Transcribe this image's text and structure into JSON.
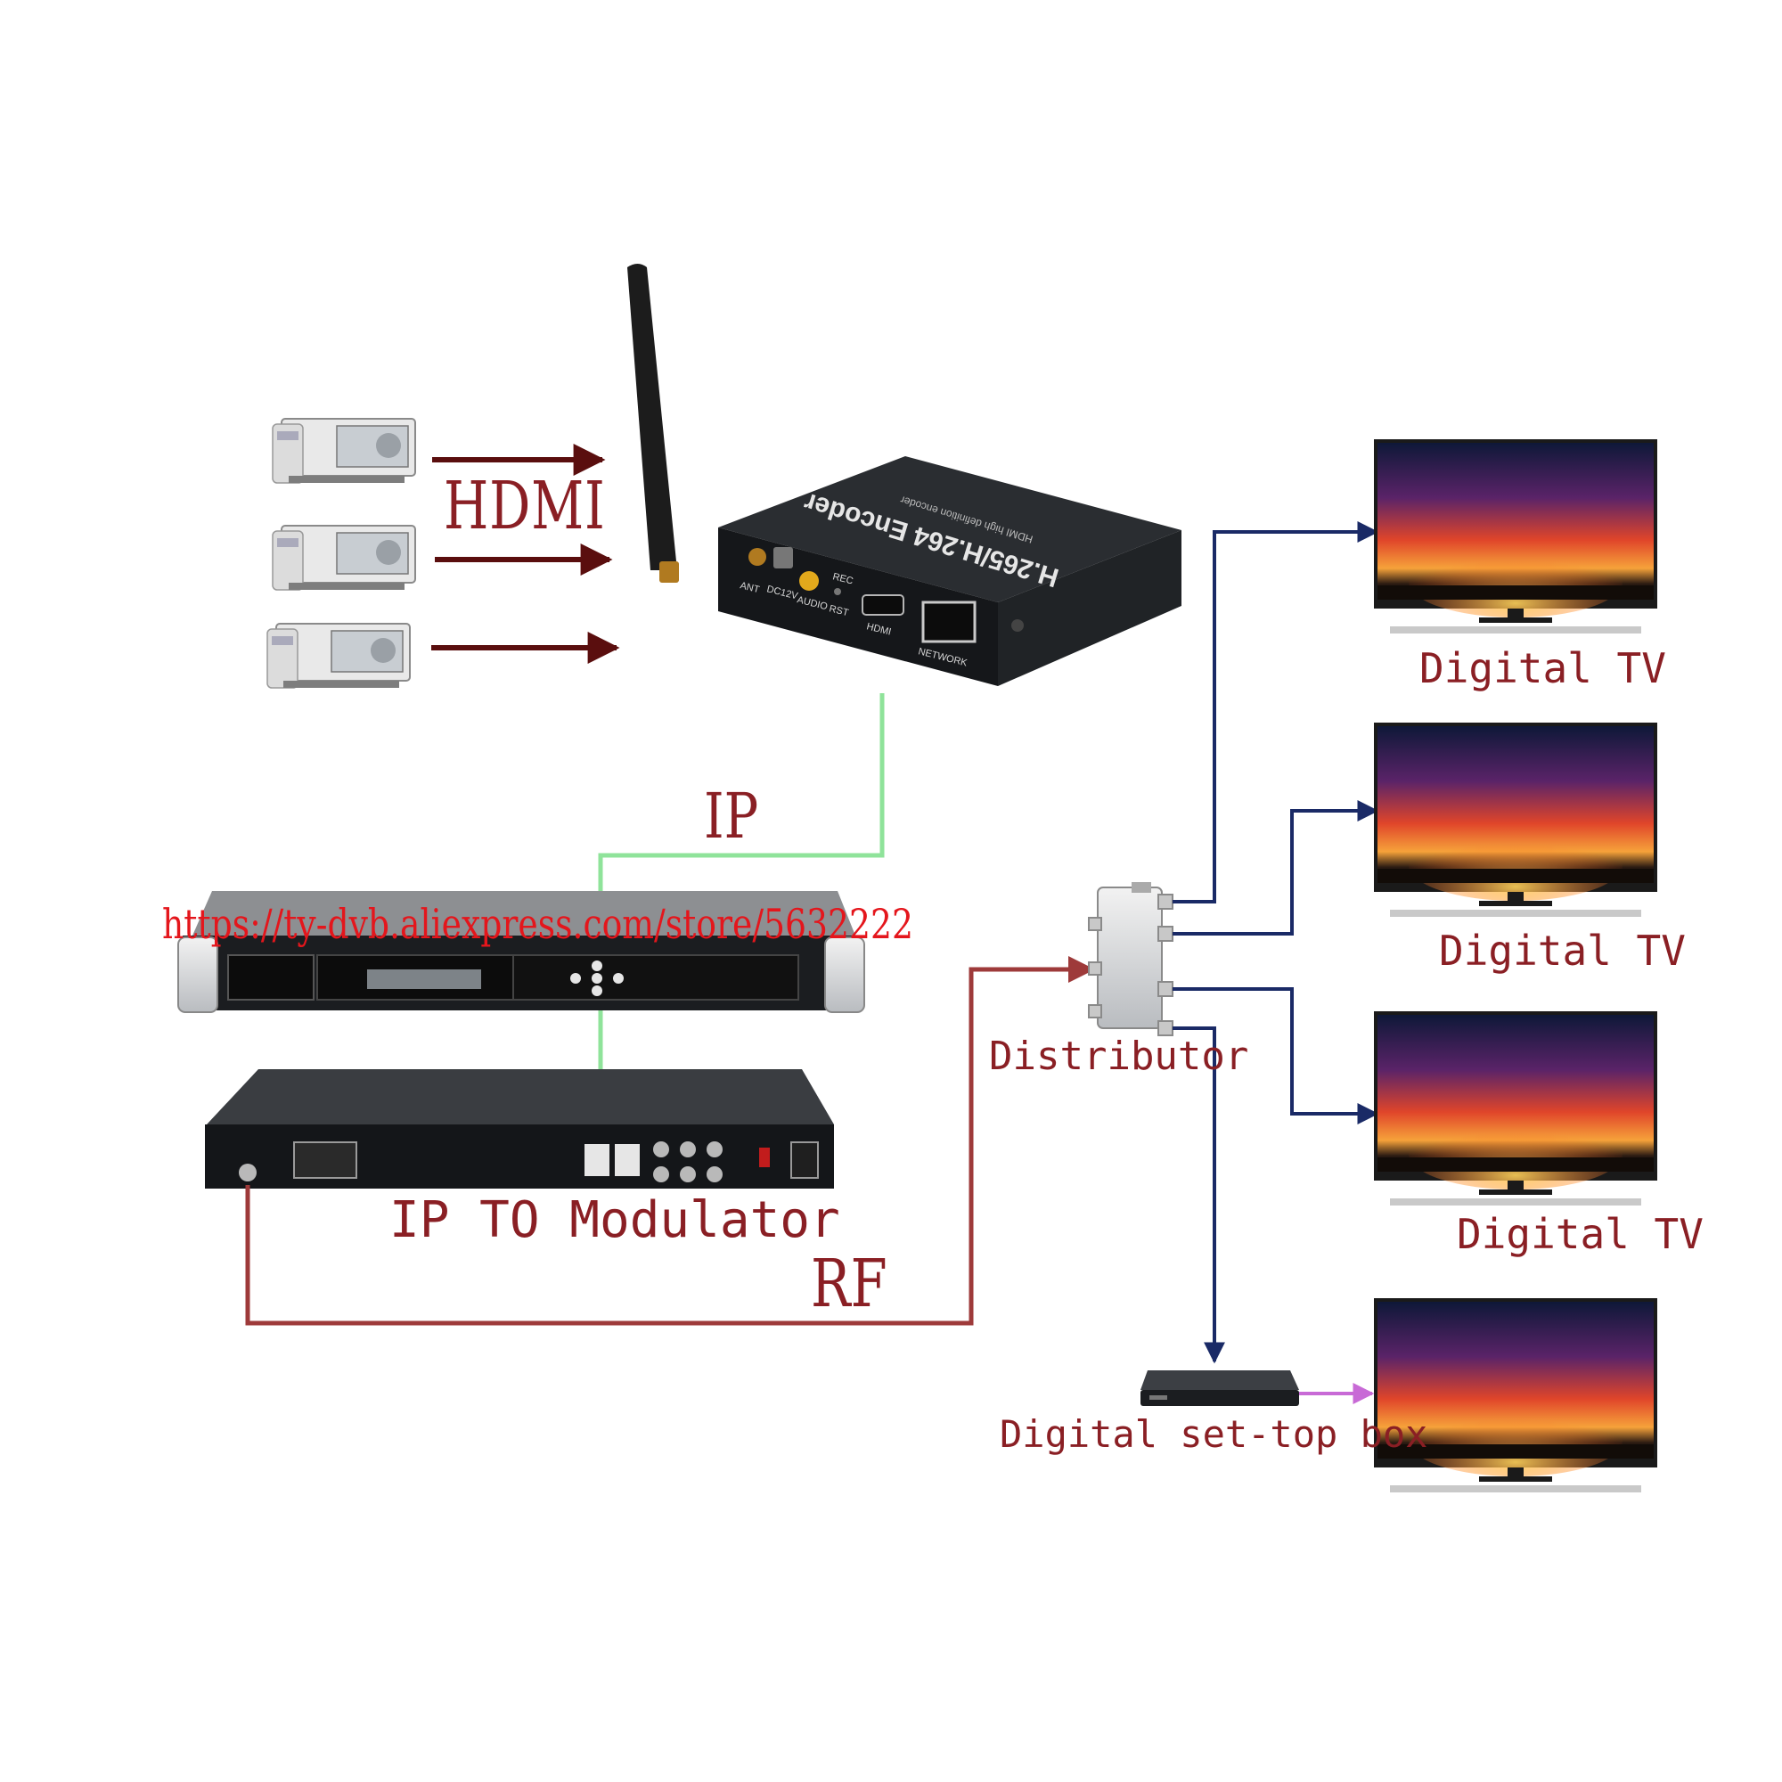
{
  "labels": {
    "hdmi": "HDMI",
    "ip": "IP",
    "rf": "RF",
    "modulator": "IP TO Modulator",
    "url": "https://ty-dvb.aliexpress.com/store/5632222",
    "distributor": "Distributor",
    "set_top_box": "Digital set-top box",
    "tv": [
      "Digital TV",
      "Digital TV",
      "Digital TV"
    ]
  },
  "device_text": {
    "encoder_title": "H.265/H.264 Encoder",
    "encoder_subtitle": "HDMI high definition encoder",
    "port_ant": "ANT",
    "port_dc": "DC12V",
    "port_audio": "AUDIO",
    "port_rst": "RST",
    "port_rec": "REC",
    "port_hdmi": "HDMI",
    "port_network": "NETWORK"
  },
  "colors": {
    "label": "#8a1f24",
    "url": "#e4161c",
    "hdmi_arrow": "#5a0e0e",
    "ip_line": "#8fe39a",
    "rf_line": "#9e3a3a",
    "tv_line": "#1a2a66",
    "stb_arrow": "#c86ad6",
    "device_dark": "#1b1d20"
  }
}
